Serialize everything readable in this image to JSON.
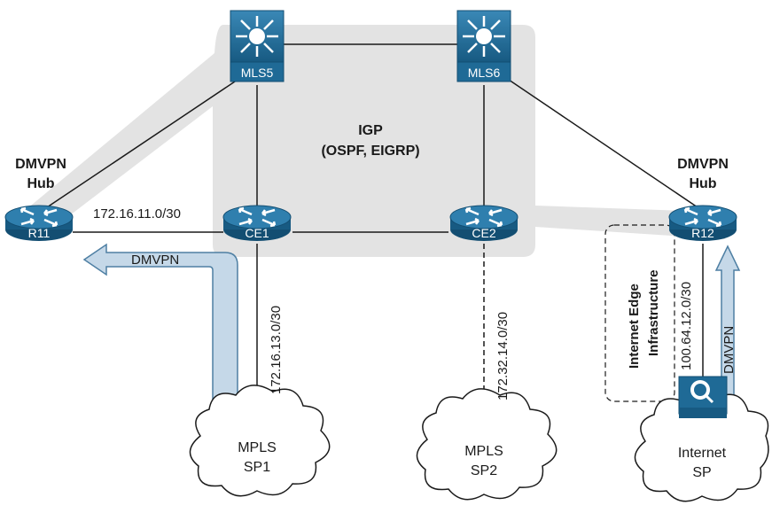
{
  "igp": {
    "line1": "IGP",
    "line2": "(OSPF, EIGRP)"
  },
  "devices": {
    "mls5": "MLS5",
    "mls6": "MLS6",
    "r11": "R11",
    "ce1": "CE1",
    "ce2": "CE2",
    "r12": "R12"
  },
  "hub_left": {
    "line1": "DMVPN",
    "line2": "Hub"
  },
  "hub_right": {
    "line1": "DMVPN",
    "line2": "Hub"
  },
  "subnets": {
    "r11_ce1": "172.16.11.0/30",
    "ce1_sp1": "172.16.13.0/30",
    "ce2_sp2": "172.32.14.0/30",
    "r12_fw": "100.64.12.0/30"
  },
  "internet_edge": {
    "line1": "Internet Edge",
    "line2": "Infrastructure"
  },
  "arrows": {
    "left": "DMVPN",
    "right": "DMVPN"
  },
  "clouds": {
    "sp1": {
      "line1": "MPLS",
      "line2": "SP1"
    },
    "sp2": {
      "line1": "MPLS",
      "line2": "SP2"
    },
    "internet": {
      "line1": "Internet",
      "line2": "SP"
    }
  },
  "colors": {
    "device_blue": "#1f6a96",
    "igp_area": "#e3e3e3",
    "arrow_fill": "#c5d8e8",
    "arrow_stroke": "#4e7fa3"
  }
}
